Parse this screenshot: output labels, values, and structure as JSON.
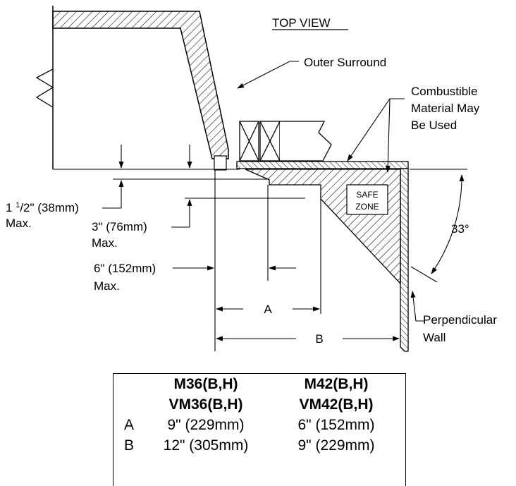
{
  "labels": {
    "top_view": "TOP VIEW",
    "outer_surround": "Outer Surround",
    "combustible_1": "Combustible",
    "combustible_2": "Material May",
    "combustible_3": "Be Used",
    "safe_zone_1": "SAFE",
    "safe_zone_2": "ZONE",
    "angle": "33°",
    "perpendicular_1": "Perpendicular",
    "perpendicular_2": "Wall",
    "dim_a": "A",
    "dim_b": "B",
    "dim_1_5_whole": "1 ",
    "dim_1_5_frac_num": "1",
    "dim_1_5_frac_den": "/2\" (38mm)",
    "dim_1_5_max": "Max.",
    "dim_3": "3\" (76mm)",
    "dim_3_max": "Max.",
    "dim_6": "6\" (152mm)",
    "dim_6_max": "Max."
  },
  "table": {
    "header_row1": [
      "",
      "M36(B,H)",
      "M42(B,H)"
    ],
    "header_row2": [
      "",
      "VM36(B,H)",
      "VM42(B,H)"
    ],
    "rows": [
      {
        "label": "A",
        "m36": "9\" (229mm)",
        "m42": "6\" (152mm)"
      },
      {
        "label": "B",
        "m36": "12\" (305mm)",
        "m42": "9\" (229mm)"
      }
    ]
  }
}
